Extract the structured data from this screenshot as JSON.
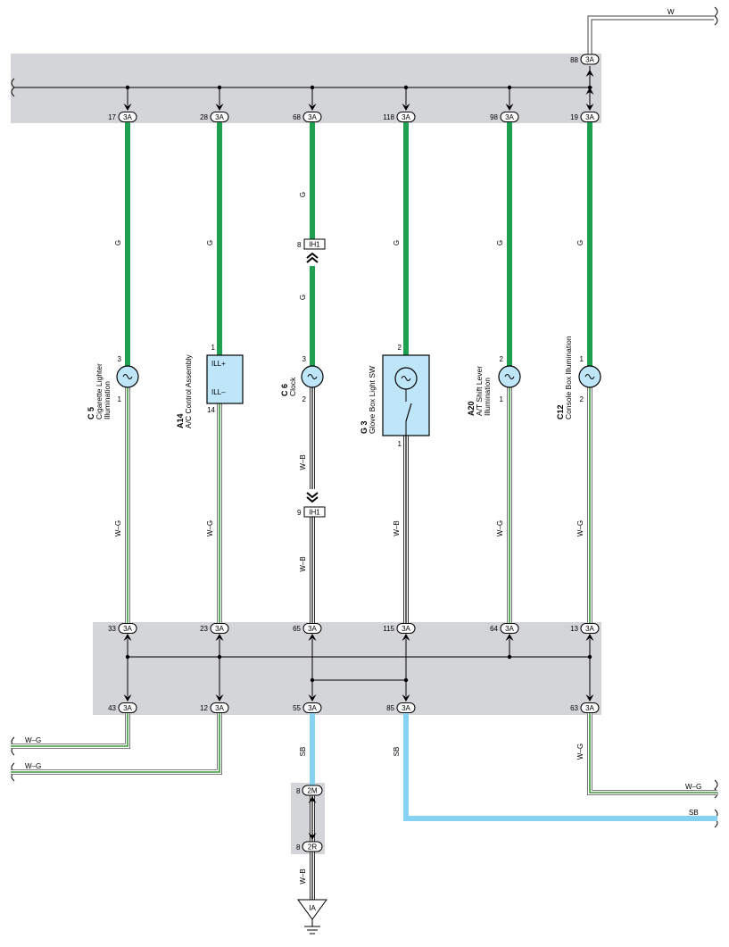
{
  "colors": {
    "block_fill": "#d4d5d8",
    "green_wire": "#1fa051",
    "blue_wire": "#86d2f2",
    "white_green_stripe": "#3c9a3c",
    "box_fill": "#bfe6f8",
    "lamp_fill": "#bfe6f8"
  },
  "top_feed": {
    "wire_label": "W",
    "connector": "3A",
    "pin": "88"
  },
  "top_block": {
    "pins": [
      {
        "pin": "17",
        "connector": "3A"
      },
      {
        "pin": "28",
        "connector": "3A"
      },
      {
        "pin": "68",
        "connector": "3A"
      },
      {
        "pin": "118",
        "connector": "3A"
      },
      {
        "pin": "98",
        "connector": "3A"
      },
      {
        "pin": "19",
        "connector": "3A"
      }
    ]
  },
  "green_wire_label": "G",
  "clock_connector": {
    "upper": {
      "pin": "8",
      "label": "IH1"
    },
    "lower": {
      "pin": "9",
      "label": "IH1"
    }
  },
  "components": [
    {
      "id": "C 5",
      "name": "Cigarette Lighter Illumination",
      "name_line1": "Cigarette Lighter",
      "name_line2": "Illumination",
      "pin_in": "3",
      "pin_out": "1",
      "type": "lamp"
    },
    {
      "id": "A14",
      "name": "A/C Control Assembly",
      "pin_in": "1",
      "pin_out": "14",
      "terminal_top": "ILL+",
      "terminal_bottom": "ILL–",
      "type": "box"
    },
    {
      "id": "C 6",
      "name": "Clock",
      "pin_in": "3",
      "pin_out": "2",
      "type": "lamp"
    },
    {
      "id": "G 3",
      "name": "Glove Box Light SW",
      "pin_in": "2",
      "pin_out": "1",
      "type": "switch"
    },
    {
      "id": "A20",
      "name": "A/T Shift Lever Illumination",
      "name_line1": "A/T Shift Lever",
      "name_line2": "Illumination",
      "pin_in": "2",
      "pin_out": "1",
      "type": "lamp"
    },
    {
      "id": "C12",
      "name": "Console Box Illumination",
      "pin_in": "1",
      "pin_out": "2",
      "type": "lamp"
    }
  ],
  "return_wires": [
    "W–G",
    "W–G",
    "W–B",
    "W–B",
    "W–G",
    "W–G"
  ],
  "clock_lower_wire": "W–B",
  "bottom_block": {
    "top_pins": [
      {
        "pin": "33",
        "connector": "3A"
      },
      {
        "pin": "23",
        "connector": "3A"
      },
      {
        "pin": "65",
        "connector": "3A"
      },
      {
        "pin": "115",
        "connector": "3A"
      },
      {
        "pin": "64",
        "connector": "3A"
      },
      {
        "pin": "13",
        "connector": "3A"
      }
    ],
    "bottom_pins": [
      {
        "pin": "43",
        "connector": "3A"
      },
      {
        "pin": "12",
        "connector": "3A"
      },
      {
        "pin": "55",
        "connector": "3A"
      },
      {
        "pin": "85",
        "connector": "3A"
      },
      {
        "pin": "63",
        "connector": "3A"
      }
    ]
  },
  "outputs": {
    "left_upper": "W–G",
    "left_lower": "W–G",
    "sb_middle": "SB",
    "sb_right": "SB",
    "right_wg_vertical": "W–G",
    "right_wg_horizontal": "W–G",
    "right_sb_horizontal": "SB"
  },
  "ground_path": {
    "upper_connector": {
      "pin": "8",
      "label": "2M"
    },
    "lower_connector": {
      "pin": "8",
      "label": "2R"
    },
    "wire_label": "W–B",
    "ground_label": "IA"
  }
}
